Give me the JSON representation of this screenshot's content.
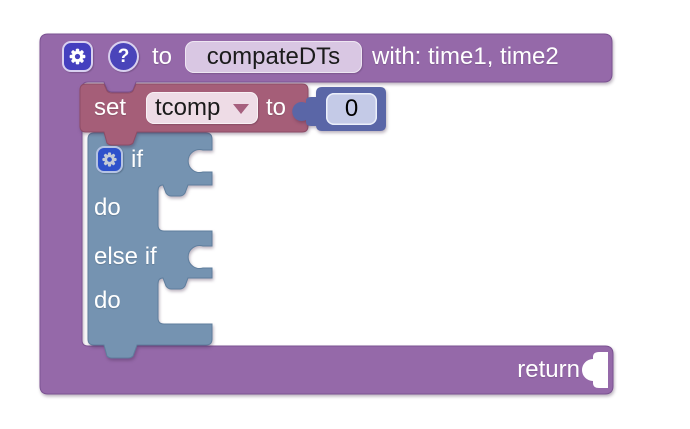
{
  "workspace": {
    "background": "#ffffff"
  },
  "blocks": {
    "procedure": {
      "kind": "procedure-definition",
      "to_label": "to",
      "name": "compateDTs",
      "params_label": "with: time1, time2",
      "return_label": "return",
      "help_glyph": "?"
    },
    "set_variable": {
      "set_label": "set",
      "variable": "tcomp",
      "to_label": "to"
    },
    "number": {
      "value": "0"
    },
    "if": {
      "if_label": "if",
      "do_label": "do",
      "else_if_label": "else if",
      "do2_label": "do"
    }
  },
  "colors": {
    "procedure_fill": "#9569a9",
    "procedure_border": "#7b5292",
    "name_field_bg": "#d9c7e3",
    "set_fill": "#a55e78",
    "set_border": "#8d4c66",
    "dropdown_bg": "#eedce6",
    "dropdown_arrow": "#a6607e",
    "number_fill": "#5a66a7",
    "number_field_bg": "#c4cae7",
    "if_fill": "#7593b1",
    "if_border": "#5f7e9d",
    "mutator_icon_bg": "#443fbf",
    "help_icon_bg": "#4a44ba",
    "if_mutator_icon_bg": "#2e51cb",
    "text_light": "#ffffff",
    "text_dark": "#1b1b1b"
  }
}
